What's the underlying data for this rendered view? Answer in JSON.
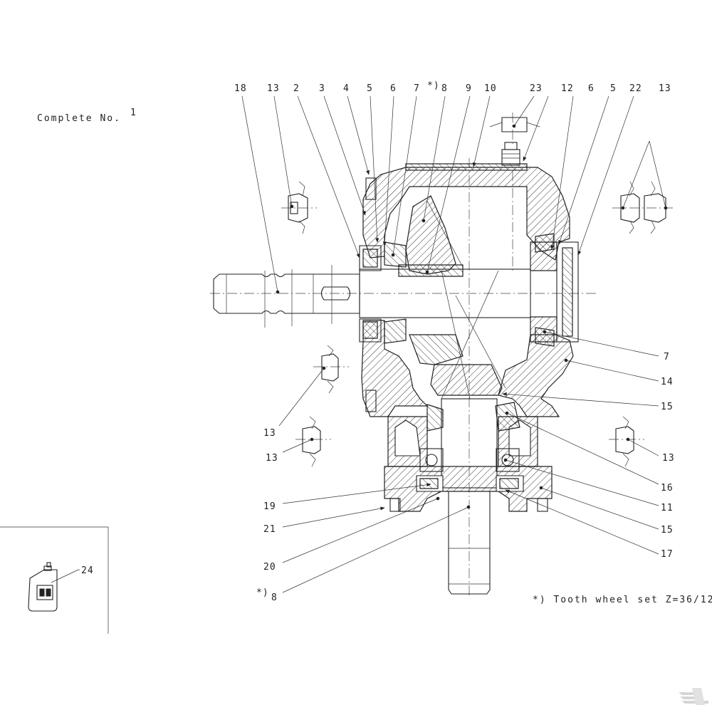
{
  "header": {
    "complete_label": "Complete No.",
    "complete_number": "1"
  },
  "top_callouts": [
    {
      "id": "18",
      "text": "18"
    },
    {
      "id": "13a",
      "text": "13"
    },
    {
      "id": "2",
      "text": "2"
    },
    {
      "id": "3",
      "text": "3"
    },
    {
      "id": "4",
      "text": "4"
    },
    {
      "id": "5a",
      "text": "5"
    },
    {
      "id": "6a",
      "text": "6"
    },
    {
      "id": "7a",
      "text": "7"
    },
    {
      "id": "8a",
      "text": "8"
    },
    {
      "id": "9",
      "text": "9"
    },
    {
      "id": "10",
      "text": "10"
    },
    {
      "id": "23",
      "text": "23"
    },
    {
      "id": "12",
      "text": "12"
    },
    {
      "id": "6b",
      "text": "6"
    },
    {
      "id": "5b",
      "text": "5"
    },
    {
      "id": "22",
      "text": "22"
    },
    {
      "id": "13b",
      "text": "13"
    }
  ],
  "star_marker": "*)",
  "right_callouts": [
    {
      "id": "7b",
      "text": "7"
    },
    {
      "id": "14",
      "text": "14"
    },
    {
      "id": "15a",
      "text": "15"
    },
    {
      "id": "13c",
      "text": "13"
    },
    {
      "id": "16",
      "text": "16"
    },
    {
      "id": "11",
      "text": "11"
    },
    {
      "id": "15b",
      "text": "15"
    },
    {
      "id": "17",
      "text": "17"
    }
  ],
  "left_callouts": [
    {
      "id": "13d",
      "text": "13"
    },
    {
      "id": "13e",
      "text": "13"
    },
    {
      "id": "19",
      "text": "19"
    },
    {
      "id": "21",
      "text": "21"
    },
    {
      "id": "20",
      "text": "20"
    },
    {
      "id": "8b",
      "text": "8"
    }
  ],
  "oil_callout": "24",
  "footnote": "*) Tooth wheel set Z=36/12"
}
